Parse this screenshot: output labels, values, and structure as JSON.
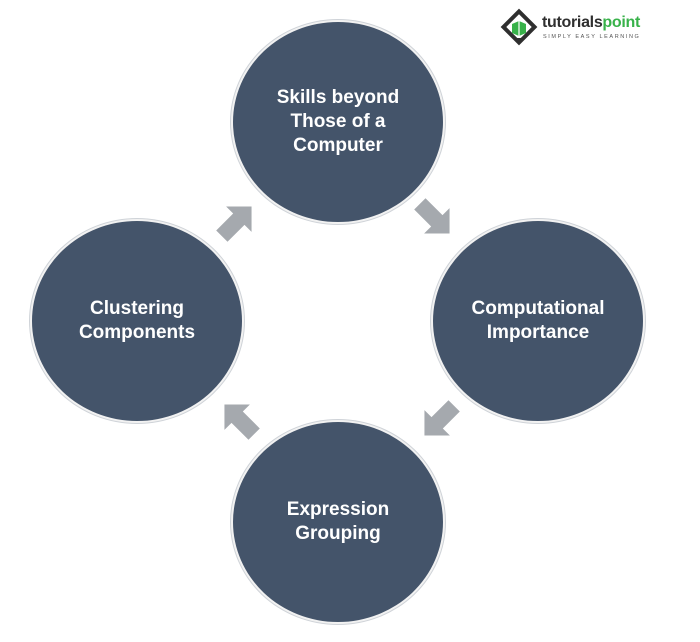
{
  "logo": {
    "word_part1": "tutorials",
    "word_part2": "point",
    "tagline": "SIMPLY EASY LEARNING",
    "icon": "tutorialspoint-logo-icon"
  },
  "colors": {
    "circle_fill": "#44546a",
    "arrow_fill": "#a5a9ae",
    "text": "#ffffff",
    "brand_green": "#38b24a"
  },
  "diagram": {
    "type": "cycle",
    "nodes": [
      {
        "id": "top",
        "label": "Skills beyond\nThose of a\nComputer"
      },
      {
        "id": "right",
        "label": "Computational\nImportance"
      },
      {
        "id": "bottom",
        "label": "Expression\nGrouping"
      },
      {
        "id": "left",
        "label": "Clustering\nComponents"
      }
    ],
    "arrows": [
      {
        "from": "top",
        "to": "right",
        "icon": "arrow-down-right-icon"
      },
      {
        "from": "right",
        "to": "bottom",
        "icon": "arrow-down-left-icon"
      },
      {
        "from": "bottom",
        "to": "left",
        "icon": "arrow-up-left-icon"
      },
      {
        "from": "left",
        "to": "top",
        "icon": "arrow-up-right-icon"
      }
    ]
  }
}
